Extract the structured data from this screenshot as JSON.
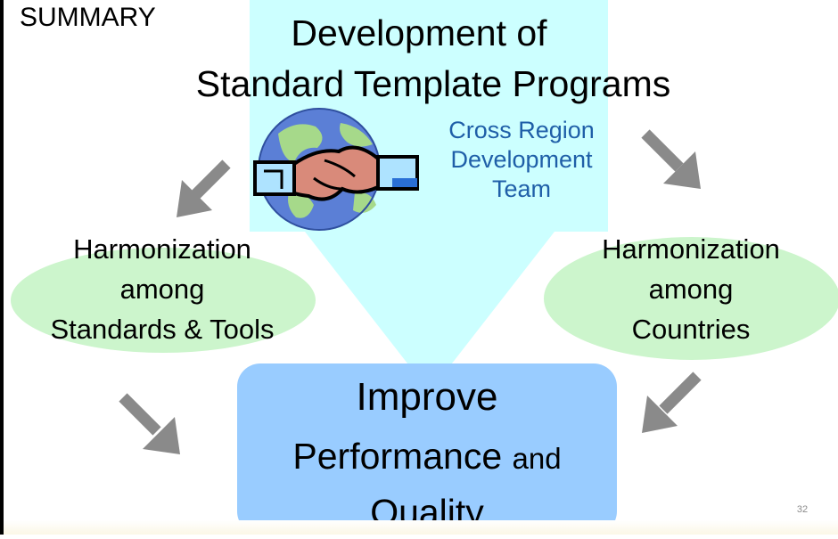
{
  "slide": {
    "section_label": "SUMMARY",
    "title_line1": "Development of",
    "title_line2": "Standard Template Programs",
    "team_lines": [
      "Cross Region",
      "Development",
      "Team"
    ],
    "left_group_lines": [
      "Harmonization",
      "among",
      "Standards & Tools"
    ],
    "right_group_lines": [
      "Harmonization",
      "among",
      "Countries"
    ],
    "outcome_line1": "Improve",
    "outcome_line2": "Performance",
    "outcome_and": "and",
    "outcome_line3": "Quality",
    "page_number": "32"
  },
  "icons": {
    "globe_handshake": "globe-handshake-icon",
    "arrows": "gray-diagonal-arrow-icon"
  },
  "colors": {
    "flow_arrow": "#ccffff",
    "harmonization_ellipse": "#ccf5cc",
    "outcome_box": "#99ccff",
    "team_text": "#1f5fa8",
    "arrow_gray": "#8a8a8a"
  }
}
